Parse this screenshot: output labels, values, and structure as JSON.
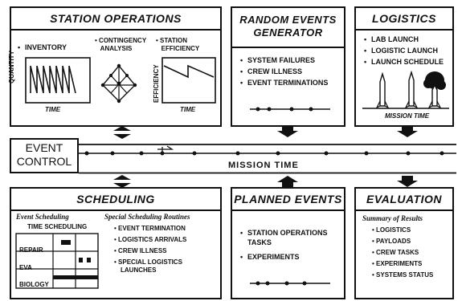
{
  "station_operations": {
    "title": "STATION OPERATIONS",
    "inventory": "INVENTORY",
    "contingency": [
      "CONTINGENCY",
      "ANALYSIS"
    ],
    "efficiency": [
      "STATION",
      "EFFICIENCY"
    ],
    "quantity_label": "QUANTITY",
    "efficiency_label": "EFFICIENCY",
    "time1": "TIME",
    "time2": "TIME"
  },
  "random_events": {
    "title": [
      "RANDOM EVENTS",
      "GENERATOR"
    ],
    "items": [
      "SYSTEM FAILURES",
      "CREW ILLNESS",
      "EVENT TERMINATIONS"
    ]
  },
  "logistics": {
    "title": "LOGISTICS",
    "items": [
      "LAB LAUNCH",
      "LOGISTIC LAUNCH",
      "LAUNCH SCHEDULE"
    ],
    "caption": "MISSION TIME"
  },
  "event_control": {
    "label": [
      "EVENT",
      "CONTROL"
    ],
    "mission_time": "MISSION TIME"
  },
  "scheduling": {
    "title": "SCHEDULING",
    "event_scheduling": "Event Scheduling",
    "time_scheduling": "TIME SCHEDULING",
    "rows": [
      "REPAIR",
      "EVA",
      "BIOLOGY"
    ],
    "special_title": "Special Scheduling Routines",
    "special_items": [
      "EVENT TERMINATION",
      "LOGISTICS ARRIVALS",
      "CREW ILLNESS",
      "SPECIAL LOGISTICS",
      "LAUNCHES"
    ]
  },
  "planned_events": {
    "title": "PLANNED EVENTS",
    "items": [
      "STATION OPERATIONS",
      "TASKS",
      "EXPERIMENTS"
    ]
  },
  "evaluation": {
    "title": "EVALUATION",
    "summary": "Summary of Results",
    "items": [
      "LOGISTICS",
      "PAYLOADS",
      "CREW TASKS",
      "EXPERIMENTS",
      "SYSTEMS STATUS"
    ]
  },
  "bullet": "•"
}
